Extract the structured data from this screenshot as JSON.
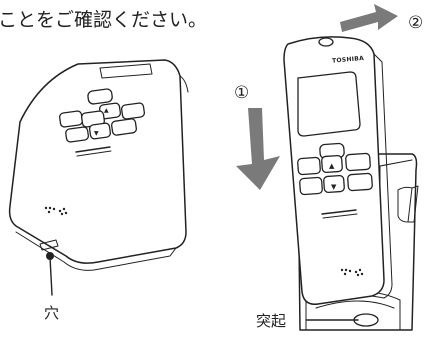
{
  "caption": "ことをご確認ください。",
  "steps": {
    "step1": "①",
    "step2": "②"
  },
  "labels": {
    "hole": "穴",
    "protrusion": "突起"
  },
  "device": {
    "brand": "TOSHIBA"
  },
  "colors": {
    "arrow": "#7a7a7a",
    "line": "#222222"
  },
  "icons": [
    "down-arrow-icon",
    "right-arrow-icon"
  ]
}
